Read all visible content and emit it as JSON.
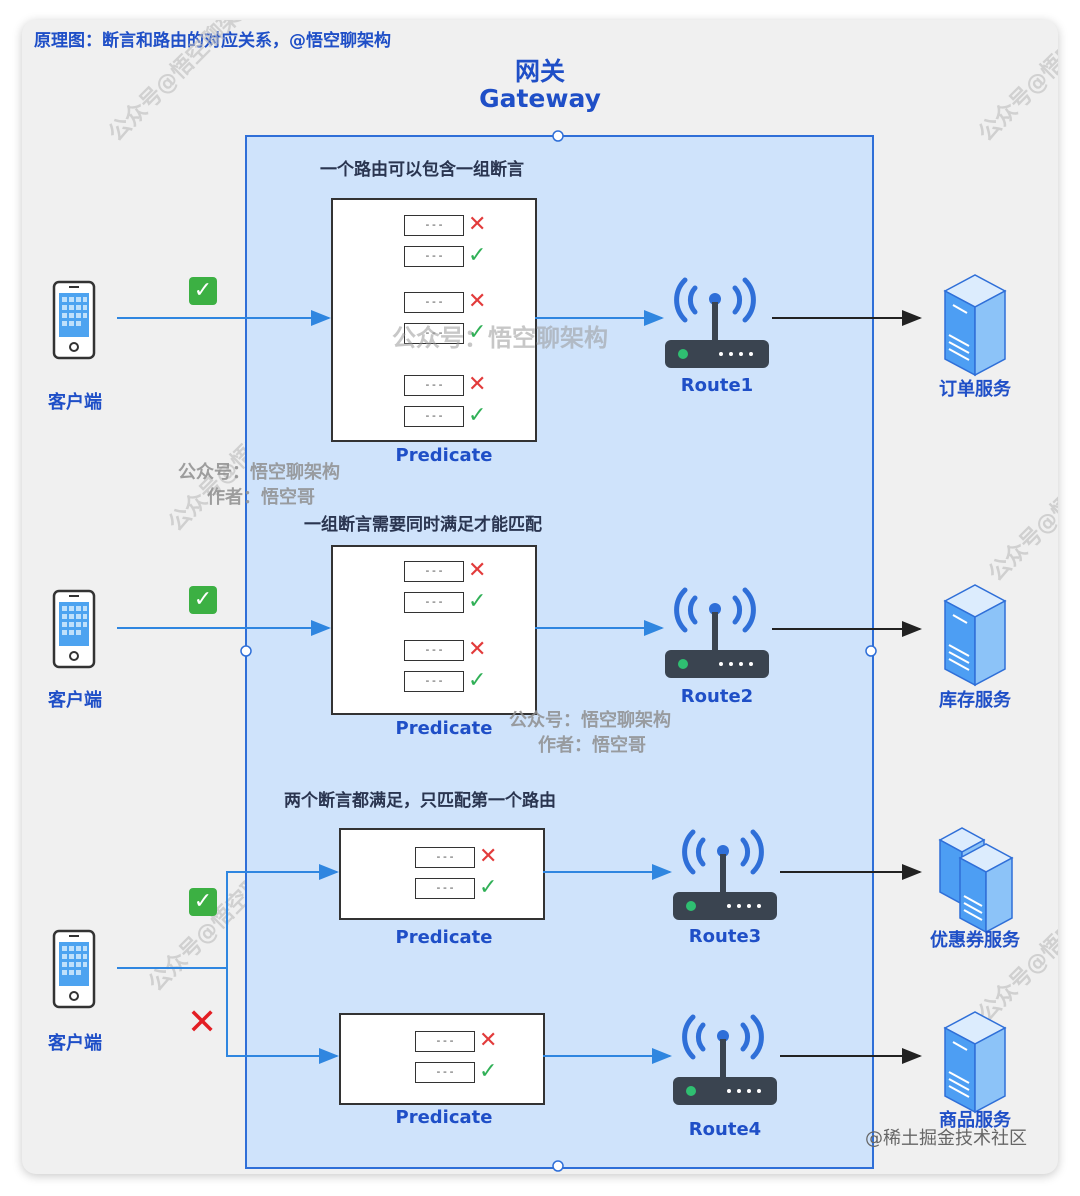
{
  "header": {
    "title": "原理图：断言和路由的对应关系，@悟空聊架构",
    "gateway_cn": "网关",
    "gateway_en": "Gateway"
  },
  "notes": {
    "n1": "一个路由可以包含一组断言",
    "n2": "一组断言需要同时满足才能匹配",
    "n3": "两个断言都满足，只匹配第一个路由"
  },
  "field_text": "---",
  "clients": [
    "客户端",
    "客户端",
    "客户端"
  ],
  "predicate_label": "Predicate",
  "routes": [
    "Route1",
    "Route2",
    "Route3",
    "Route4"
  ],
  "services": [
    "订单服务",
    "库存服务",
    "优惠券服务",
    "商品服务"
  ],
  "watermarks": {
    "center": "公众号：悟空聊架构",
    "wm1_line1": "公众号：悟空聊架构",
    "wm1_line2": "作者：悟空哥",
    "wm2_line1": "公众号：悟空聊架构",
    "wm2_line2": "作者：悟空哥",
    "diag": "公众号@悟空聊架构"
  },
  "footer": {
    "credit": "@稀土掘金技术社区"
  },
  "colors": {
    "blue": "#1f4fc7",
    "arrow": "#2f86e0",
    "gateway_fill": "#cfe3fb",
    "bad": "#e23b3b",
    "good": "#31b057"
  }
}
